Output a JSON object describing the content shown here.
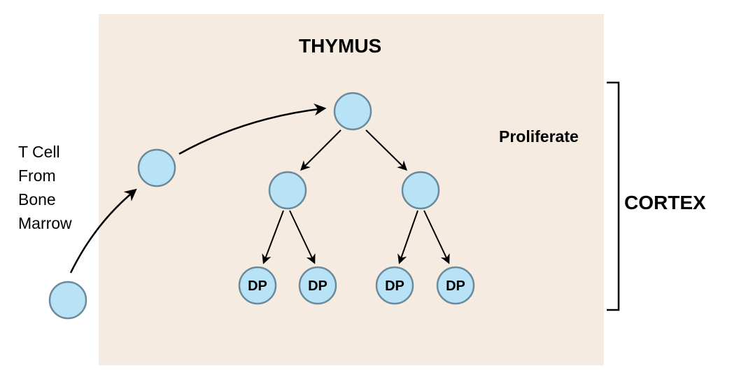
{
  "diagram": {
    "title": "THYMUS",
    "source_label": [
      "T Cell",
      "From",
      "Bone",
      "Marrow"
    ],
    "process_label": "Proliferate",
    "region_label": "CORTEX",
    "colors": {
      "thymus_bg": "#f5ebe0",
      "cell_fill": "#b8e3f7",
      "cell_stroke": "#6b8a9a",
      "arrow": "#000000"
    },
    "cells": [
      {
        "id": "bone-marrow-cell",
        "label": ""
      },
      {
        "id": "entering-cell",
        "label": ""
      },
      {
        "id": "root-cell",
        "label": ""
      },
      {
        "id": "left-daughter-cell",
        "label": ""
      },
      {
        "id": "right-daughter-cell",
        "label": ""
      },
      {
        "id": "dp-cell-1",
        "label": "DP"
      },
      {
        "id": "dp-cell-2",
        "label": "DP"
      },
      {
        "id": "dp-cell-3",
        "label": "DP"
      },
      {
        "id": "dp-cell-4",
        "label": "DP"
      }
    ]
  }
}
